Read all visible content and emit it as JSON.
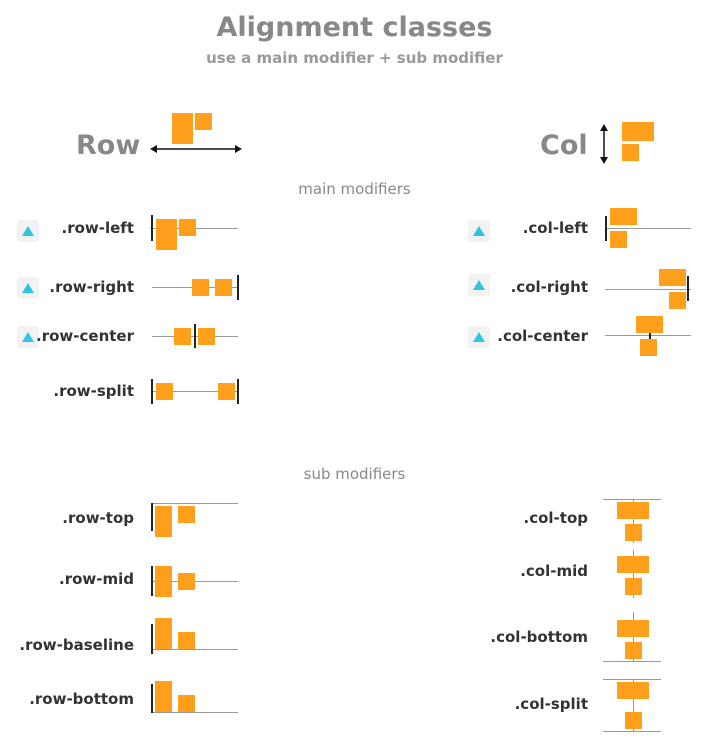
{
  "title": "Alignment classes",
  "subtitle": "use a main modifier + sub modifier",
  "row_heading": "Row",
  "col_heading": "Col",
  "main_section": "main modifiers",
  "sub_section": "sub modifiers",
  "main_modifiers": {
    "row_left": ".row-left",
    "row_right": ".row-right",
    "row_center": ".row-center",
    "row_split": ".row-split",
    "col_left": ".col-left",
    "col_right": ".col-right",
    "col_center": ".col-center"
  },
  "sub_modifiers": {
    "row_top": ".row-top",
    "row_mid": ".row-mid",
    "row_baseline": ".row-baseline",
    "row_bottom": ".row-bottom",
    "col_top": ".col-top",
    "col_mid": ".col-mid",
    "col_bottom": ".col-bottom",
    "col_split": ".col-split"
  },
  "colors": {
    "box": "#ff9f1c",
    "badge_icon": "#2fc4df",
    "heading": "#888888"
  },
  "icons": {
    "badge": "triangle-icon",
    "axis": "double-arrow-icon"
  }
}
